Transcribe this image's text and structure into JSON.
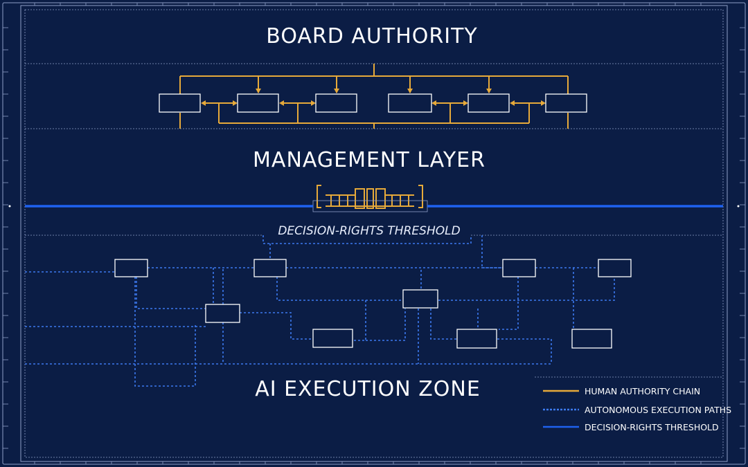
{
  "labels": {
    "board": "BOARD AUTHORITY",
    "management": "MANAGEMENT LAYER",
    "threshold": "DECISION-RIGHTS THRESHOLD",
    "ai_zone": "AI EXECUTION ZONE"
  },
  "legend": {
    "human": "HUMAN AUTHORITY CHAIN",
    "autonomous": "AUTONOMOUS EXECUTION PATHS",
    "threshold": "DECISION-RIGHTS THRESHOLD"
  },
  "colors": {
    "background": "#0b1d45",
    "human_authority": "#e7aa3a",
    "autonomous_paths": "#3d7af0",
    "threshold_line": "#1f62f0",
    "node_border": "#ffffff"
  }
}
